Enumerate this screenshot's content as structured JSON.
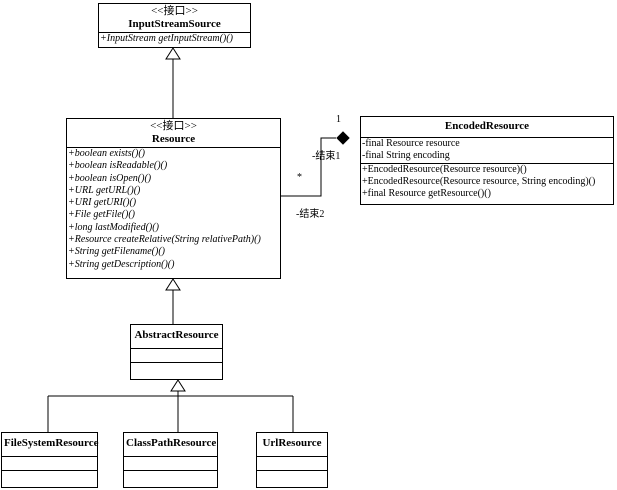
{
  "diagram": {
    "classes": {
      "input_stream_source": {
        "stereotype": "<<接口>>",
        "name": "InputStreamSource",
        "methods": [
          "+InputStream getInputStream()()"
        ]
      },
      "resource": {
        "stereotype": "<<接口>>",
        "name": "Resource",
        "methods": [
          "+boolean exists()()",
          "+boolean isReadable()()",
          "+boolean isOpen()()",
          "+URL getURL()()",
          "+URI getURI()()",
          "+File getFile()()",
          "+long lastModified()()",
          "+Resource createRelative(String relativePath)()",
          "+String getFilename()()",
          "+String getDescription()()"
        ]
      },
      "encoded_resource": {
        "name": "EncodedResource",
        "attributes": [
          "-final Resource resource",
          "-final String encoding"
        ],
        "methods": [
          "+EncodedResource(Resource resource)()",
          "+EncodedResource(Resource resource, String encoding)()",
          "+final Resource getResource()()"
        ]
      },
      "abstract_resource": {
        "name": "AbstractResource"
      },
      "file_system_resource": {
        "name": "FileSystemResource"
      },
      "class_path_resource": {
        "name": "ClassPathResource"
      },
      "url_resource": {
        "name": "UrlResource"
      }
    },
    "association": {
      "multiplicity_encoded": "1",
      "multiplicity_resource": "*",
      "role_end1": "-结束1",
      "role_end2": "-结束2"
    }
  }
}
